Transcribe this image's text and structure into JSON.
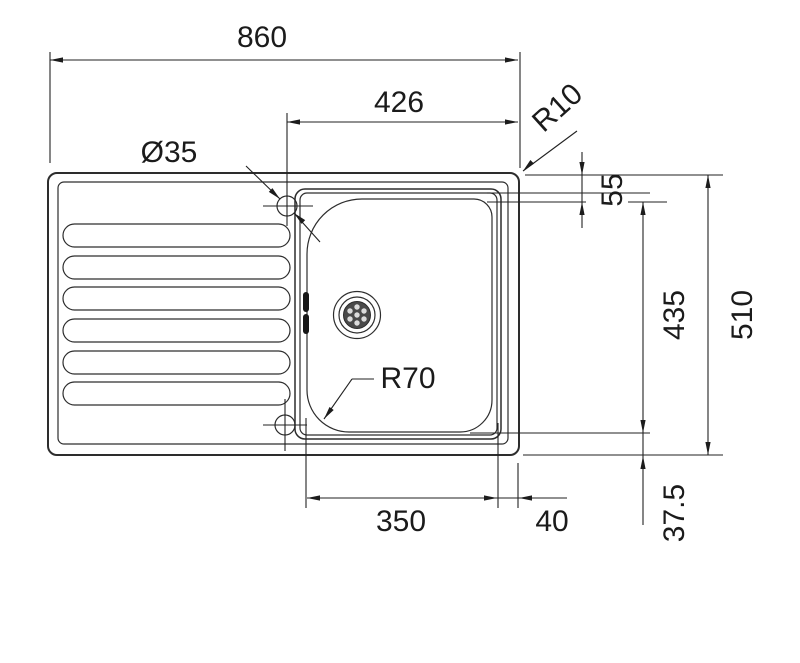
{
  "drawing": {
    "description": "Kitchen sink top-view technical dimension drawing",
    "colors": {
      "line": "#2d2d2d",
      "dimension": "#1b1b1b",
      "background": "#ffffff",
      "strainer_fill": "#4a4a4a"
    },
    "dims": {
      "total_width": "860",
      "bowl_opening_width": "426",
      "tap_hole_diameter": "Ø35",
      "outer_corner_radius": "R10",
      "rim_to_bowl_offset": "55",
      "bowl_length": "435",
      "total_depth": "510",
      "bowl_corner_radius": "R70",
      "bowl_base_width": "350",
      "side_margin": "40",
      "bottom_margin": "37.5"
    }
  }
}
